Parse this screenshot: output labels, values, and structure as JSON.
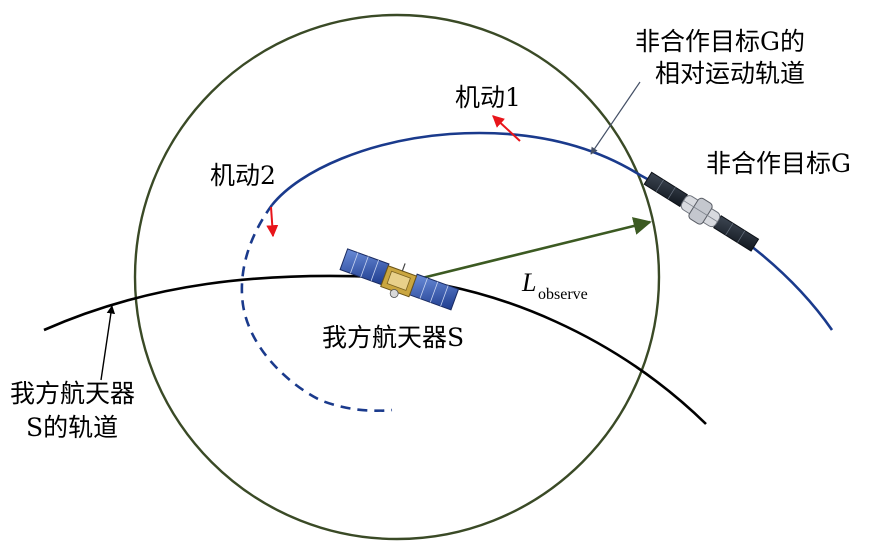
{
  "labels": {
    "relative_orbit_line1": "非合作目标G的",
    "relative_orbit_line2": "相对运动轨道",
    "maneuver1": "机动1",
    "maneuver2": "机动2",
    "target": "非合作目标G",
    "observer_distance_main": "L",
    "observer_distance_sub": "observe",
    "spacecraft": "我方航天器S",
    "own_orbit_line1": "我方航天器",
    "own_orbit_line2": "S的轨道"
  },
  "colors": {
    "observation_circle": "#3a4a26",
    "relative_orbit": "#1a3a8c",
    "own_orbit": "#000000",
    "maneuver_arrow": "#e8151b",
    "distance_arrow": "#3c5a22"
  },
  "icons": {
    "spacecraft": "satellite-icon",
    "target": "space-station-icon"
  }
}
